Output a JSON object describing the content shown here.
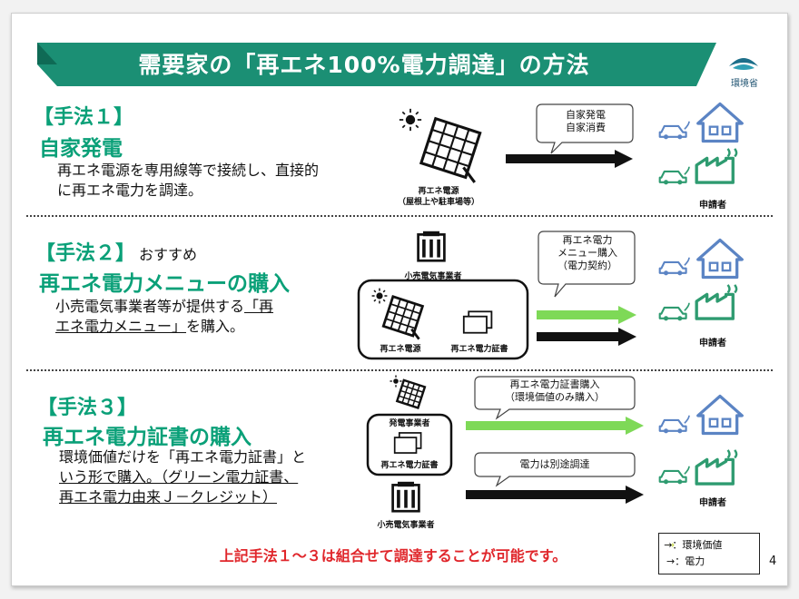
{
  "slide": {
    "title": "需要家の「再エネ100%電力調達」の方法",
    "logo_text": "環境省",
    "page_number": "4"
  },
  "method1": {
    "label": "【手法１】",
    "title": "自家発電",
    "desc_line1": "再エネ電源を専用線等で接続し、直接的",
    "desc_line2": "に再エネ電力を調達。",
    "bubble_line1": "自家発電",
    "bubble_line2": "自家消費",
    "source_caption_line1": "再エネ電源",
    "source_caption_line2": "（屋根上や駐車場等）",
    "applicant": "申請者"
  },
  "method2": {
    "label": "【手法２】",
    "recommend": "おすすめ",
    "title": "再エネ電力メニューの購入",
    "desc_line1_a": "小売電気事業者等が提供する",
    "desc_line1_b": "「再",
    "desc_line2_a": "エネ電力メニュー」",
    "desc_line2_b": "を購入。",
    "retailer": "小売電気事業者",
    "source": "再エネ電源",
    "certificate": "再エネ電力証書",
    "bubble_line1": "再エネ電力",
    "bubble_line2": "メニュー購入",
    "bubble_line3": "（電力契約）",
    "applicant": "申請者"
  },
  "method3": {
    "label": "【手法３】",
    "title": "再エネ電力証書の購入",
    "desc_line1": "環境価値だけを「再エネ電力証書」と",
    "desc_line2": "いう形で購入。（グリーン電力証書、",
    "desc_line3": "再エネ電力由来Ｊ－クレジット）",
    "generator": "発電事業者",
    "certificate": "再エネ電力証書",
    "retailer": "小売電気事業者",
    "bubble1_line1": "再エネ電力証書購入",
    "bubble1_line2": "（環境価値のみ購入）",
    "bubble2": "電力は別途調達",
    "applicant": "申請者"
  },
  "footer": "上記手法１～３は組合せて調達することが可能です。",
  "legend": {
    "green": "→：環境価値",
    "black": "→：電力"
  },
  "colors": {
    "accent_green": "#0aa078",
    "banner_green": "#1b8f74",
    "arrow_green": "#7ed957",
    "icon_blue": "#5b84c4",
    "icon_green": "#2e9b70",
    "footer_red": "#e0262b"
  }
}
